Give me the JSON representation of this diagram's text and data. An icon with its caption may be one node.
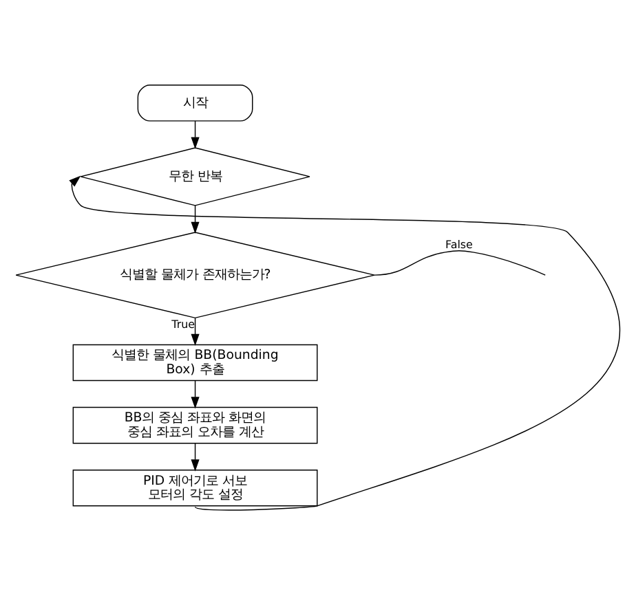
{
  "diagram": {
    "nodes": [
      {
        "text": [
          "시작"
        ]
      },
      {
        "text": [
          "무한 반복"
        ]
      },
      {
        "text": [
          "식별할 물체가 존재하는가?"
        ]
      },
      {
        "text": [
          "식별한 물체의 BB(Bounding Box) 추출"
        ]
      },
      {
        "text": [
          "BB의 중심 좌표와 화면의 중심 좌표의 오차를 계산"
        ]
      },
      {
        "text": [
          "PID 제어기로 서보 모터의 각도 설정"
        ]
      }
    ],
    "edges": [
      {
        "from": 0,
        "to": 1,
        "arrow": "to"
      },
      {
        "from": 1,
        "to": 2,
        "arrow": "to"
      },
      {
        "from": 2,
        "to": null,
        "arrow": "none",
        "label": "False"
      },
      {
        "from": 2,
        "to": 3,
        "arrow": "to",
        "label": "True"
      },
      {
        "from": 3,
        "to": 4,
        "arrow": "to"
      },
      {
        "from": 4,
        "to": 5,
        "arrow": "to"
      },
      {
        "from": 5,
        "to": 1,
        "arrow": "to"
      }
    ]
  }
}
